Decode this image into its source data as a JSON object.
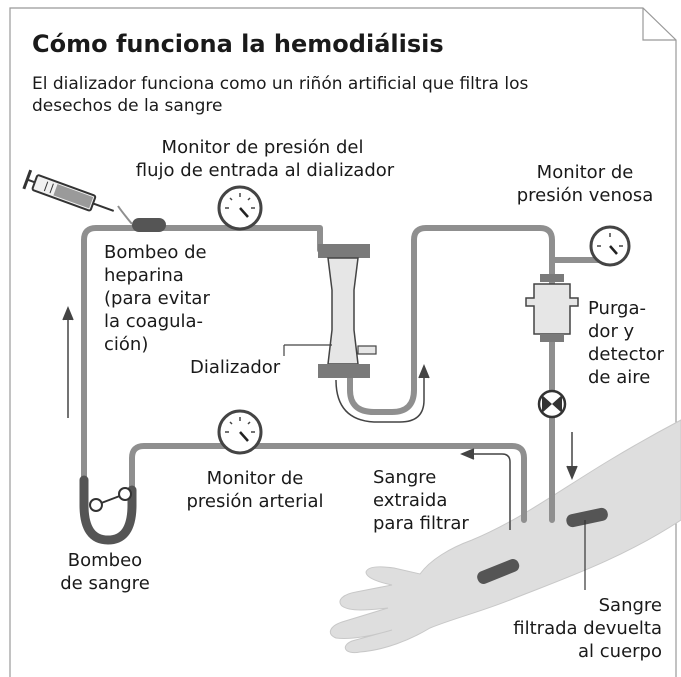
{
  "title": "Cómo funciona la hemodiálisis",
  "subtitle_line1": "El dializador funciona como un riñón artificial que filtra los",
  "subtitle_line2": "desechos de la sangre",
  "labels": {
    "inflow_monitor": [
      "Monitor de presión del",
      "flujo de entrada al dializador"
    ],
    "venous_monitor": [
      "Monitor de",
      "presión venosa"
    ],
    "heparin_pump": [
      "Bombeo de",
      "heparina",
      "(para evitar",
      "la coagula-",
      "ción)"
    ],
    "dialyzer": "Dializador",
    "air_detector": [
      "Purga-",
      "dor y",
      "detector",
      "de aire"
    ],
    "arterial_monitor": [
      "Monitor de",
      "presión arterial"
    ],
    "blood_extracted": [
      "Sangre",
      "extraida",
      "para filtrar"
    ],
    "blood_pump": [
      "Bombeo",
      "de sangre"
    ],
    "blood_returned": [
      "Sangre",
      "filtrada devuelta",
      "al cuerpo"
    ]
  },
  "colors": {
    "tube": "#8f8f8f",
    "tube_dark": "#555555",
    "skin": "#dedede",
    "ink": "#1a1a1a",
    "dialyzer_fill": "#e6e6e6",
    "dialyzer_cap": "#7a7a7a"
  },
  "icons": [
    "syringe-icon",
    "pressure-gauge-icon",
    "pump-rotor-icon",
    "valve-icon",
    "arm-icon",
    "flow-arrow-icon"
  ]
}
